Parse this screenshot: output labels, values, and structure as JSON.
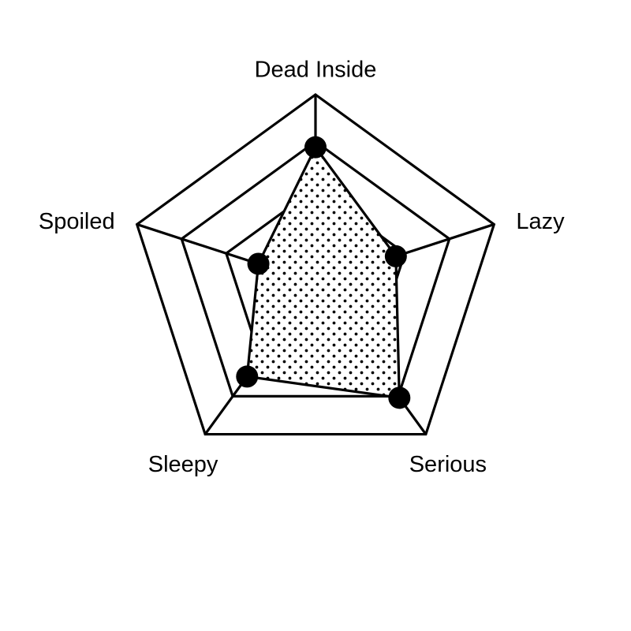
{
  "chart_data": {
    "type": "radar",
    "axes": [
      "Dead Inside",
      "Lazy",
      "Serious",
      "Sleepy",
      "Spoiled"
    ],
    "series": [
      {
        "values": [
          0.72,
          0.45,
          0.76,
          0.62,
          0.32
        ]
      }
    ],
    "range": [
      0,
      1
    ],
    "grid_levels": 4,
    "fill_pattern": "dots",
    "colors": {
      "line": "#000000",
      "fill_background": "#ffffff",
      "dots": "#000000"
    }
  }
}
